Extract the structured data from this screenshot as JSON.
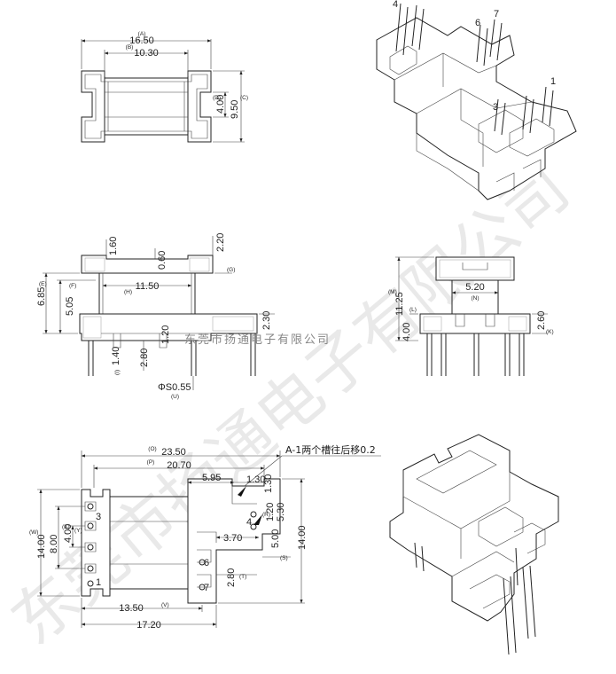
{
  "watermark": {
    "big_text": "东莞市扬通电子有限公司",
    "line_text": "东莞市扬通电子有限公司"
  },
  "top_view": {
    "dim_a_value": "16.50",
    "dim_a_tag": "(A)",
    "dim_b_value": "10.30",
    "dim_b_tag": "(B)",
    "dim_d_value": "4.00",
    "dim_d_tag": "(D)",
    "dim_c_value": "9.50",
    "dim_c_tag": "(C)"
  },
  "front_view": {
    "dim_top_left": "1.60",
    "dim_top_right": "2.20",
    "dim_wall": "0.60",
    "dim_g_tag": "(G)",
    "dim_e_value": "6.85",
    "dim_e_tag": "(E)",
    "dim_f_value": "5.05",
    "dim_f_tag": "(F)",
    "dim_h_value": "11.50",
    "dim_h_tag": "(H)",
    "dim_base": "2.30",
    "dim_step": "1.20",
    "dim_pin_offset": "2.80",
    "dim_i_value": "1.40",
    "dim_i_tag": "(I)",
    "dim_pin_dia": "ΦS0.55",
    "dim_u_tag": "(U)"
  },
  "side_view": {
    "dim_m_value": "11.25",
    "dim_m_tag": "(M)",
    "dim_n_value": "5.20",
    "dim_n_tag": "(N)",
    "dim_l_tag": "(L)",
    "dim_l2_value": "4.00",
    "dim_k_value": "2.60",
    "dim_k_tag": "(K)"
  },
  "bottom_view": {
    "dim_o_value": "23.50",
    "dim_o_tag": "(O)",
    "dim_p_value": "20.70",
    "dim_p_tag": "(P)",
    "note": "A-1两个槽往后移0.2",
    "dim_595": "5.95",
    "dim_130a": "1.30",
    "dim_130b": "1.30",
    "dim_120": "1.20",
    "dim_530": "5.30",
    "dim_r_tag": "(R)",
    "dim_370": "3.70",
    "dim_500": "5.00",
    "dim_s_tag": "(S)",
    "dim_280": "2.80",
    "dim_t_tag": "(T)",
    "dim_w_value": "14.00",
    "dim_w_tag": "(W)",
    "dim_x_value": "8.00",
    "dim_x_tag": "(X)",
    "dim_y_value": "4.00",
    "dim_y_tag": "(Y)",
    "dim_right": "14.00",
    "dim_v_value": "13.50",
    "dim_v_tag": "(V)",
    "dim_bottom": "17.20"
  },
  "pin_labels": {
    "iso_top": [
      "4",
      "6",
      "7",
      "3",
      "1"
    ],
    "bottom": [
      "3",
      "1",
      "6",
      "7",
      "4"
    ]
  }
}
